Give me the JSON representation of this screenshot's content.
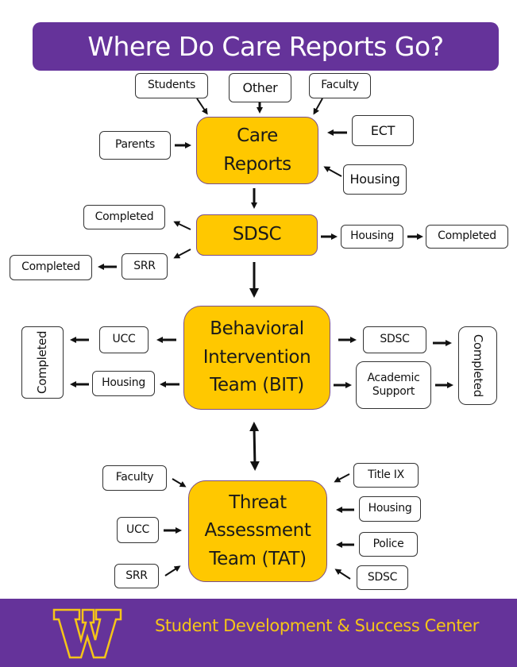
{
  "title": "Where Do Care Reports Go?",
  "colors": {
    "purple": "#65339a",
    "gold": "#ffc800",
    "footer_text": "#f5c518",
    "node_border": "#333333"
  },
  "care_reports": {
    "label_line1": "Care",
    "label_line2": "Reports",
    "inputs": {
      "students": "Students",
      "other": "Other",
      "faculty": "Faculty",
      "parents": "Parents",
      "ect": "ECT",
      "housing": "Housing"
    }
  },
  "sdsc": {
    "label": "SDSC",
    "outputs": {
      "completed_direct": "Completed",
      "srr": "SRR",
      "srr_completed": "Completed",
      "housing": "Housing",
      "housing_completed": "Completed"
    }
  },
  "bit": {
    "label_line1": "Behavioral",
    "label_line2": "Intervention",
    "label_line3": "Team (BIT)",
    "outputs": {
      "ucc": "UCC",
      "housing": "Housing",
      "left_completed": "Completed",
      "sdsc": "SDSC",
      "academic_support_line1": "Academic",
      "academic_support_line2": "Support",
      "right_completed": "Completed"
    }
  },
  "tat": {
    "label_line1": "Threat",
    "label_line2": "Assessment",
    "label_line3": "Team (TAT)",
    "inputs": {
      "faculty": "Faculty",
      "ucc": "UCC",
      "srr": "SRR",
      "title_ix": "Title IX",
      "housing": "Housing",
      "police": "Police",
      "sdsc": "SDSC"
    }
  },
  "footer": {
    "org_name": "Student Development & Success Center",
    "logo": "w-logo-icon"
  }
}
